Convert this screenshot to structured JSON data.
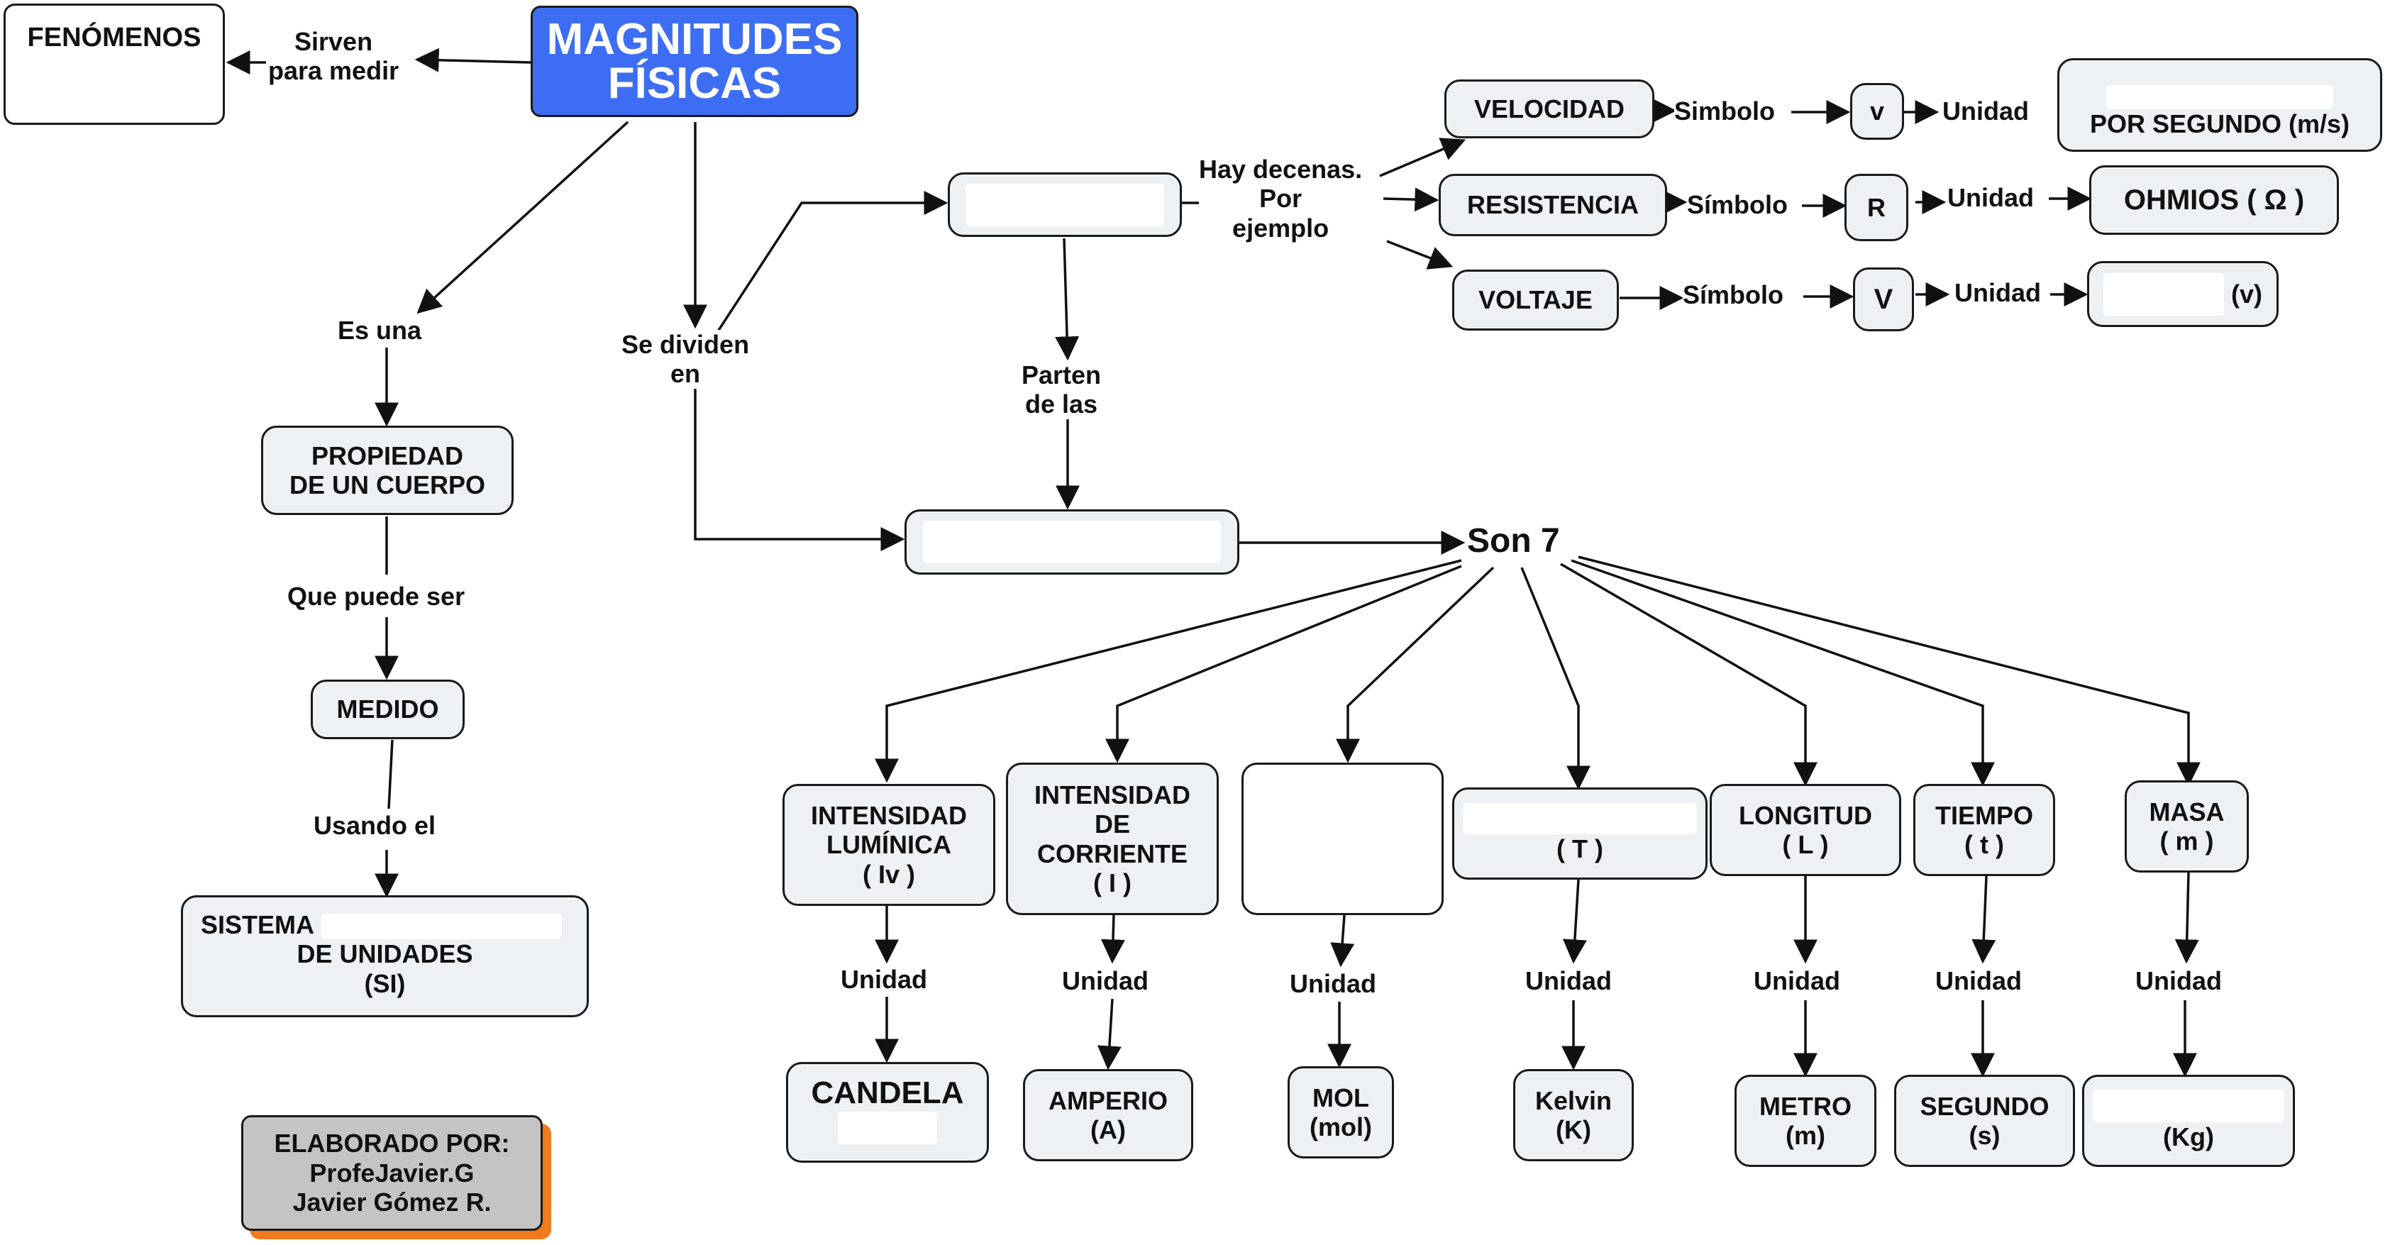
{
  "nodes": {
    "main": [
      "MAGNITUDES",
      "FÍSICAS"
    ],
    "fenomenos": "FENÓMENOS",
    "propiedad": [
      "PROPIEDAD",
      "DE UN CUERPO"
    ],
    "medido": "MEDIDO",
    "sistema": [
      "SISTEMA",
      "DE UNIDADES",
      "(SI)"
    ],
    "credit": [
      "ELABORADO POR:",
      "ProfeJavier.G",
      "Javier Gómez R."
    ],
    "son7": "Son 7",
    "velocidad": "VELOCIDAD",
    "resistencia": "RESISTENCIA",
    "voltaje": "VOLTAJE",
    "sym_v": "v",
    "sym_r": "R",
    "sym_V": "V",
    "unit_ms": "POR SEGUNDO (m/s)",
    "unit_ohm": "OHMIOS ( Ω )",
    "unit_v": "(v)",
    "intensidad_luminica": [
      "INTENSIDAD",
      "LUMÍNICA",
      "( Iv )"
    ],
    "intensidad_corriente": [
      "INTENSIDAD",
      "DE",
      "CORRIENTE",
      "( I )"
    ],
    "temp_sym": "( T )",
    "longitud": [
      "LONGITUD",
      "( L )"
    ],
    "tiempo": [
      "TIEMPO",
      "( t )"
    ],
    "masa": [
      "MASA",
      "( m )"
    ],
    "candela": "CANDELA",
    "amperio": [
      "AMPERIO",
      "(A)"
    ],
    "mol": [
      "MOL",
      "(mol)"
    ],
    "kelvin": [
      "Kelvin",
      "(K)"
    ],
    "metro": [
      "METRO",
      "(m)"
    ],
    "segundo": [
      "SEGUNDO",
      "(s)"
    ],
    "kg": "(Kg)"
  },
  "links": {
    "sirven": [
      "Sirven",
      "para medir"
    ],
    "es_una": "Es una",
    "que_puede": "Que puede ser",
    "usando": "Usando el",
    "se_dividen": [
      "Se dividen",
      "en"
    ],
    "parten": [
      "Parten",
      "de las"
    ],
    "hay_decenas": [
      "Hay decenas.",
      "Por",
      "ejemplo"
    ],
    "simbolo_vel": "Simbolo",
    "simbolo_res": "Símbolo",
    "simbolo_vol": "Símbolo",
    "unidad": "Unidad"
  }
}
